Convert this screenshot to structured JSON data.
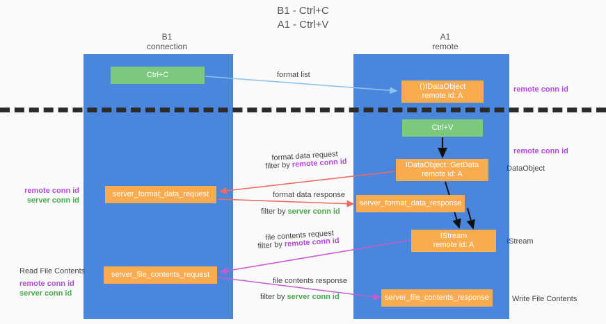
{
  "title": "B1 - Ctrl+C\nA1 - Ctrl+V",
  "lanes": [
    {
      "id": "b1",
      "title": "B1\nconnection"
    },
    {
      "id": "a1",
      "title": "A1\nremote"
    }
  ],
  "nodes": {
    "ctrl_c": {
      "line1": "Ctrl+C",
      "line2": "",
      "color": "#7dc87f"
    },
    "idataobject": {
      "line1": "⟨⟩IDataObject",
      "line2": "remote id: A",
      "color": "#f9ab50"
    },
    "ctrl_v": {
      "line1": "Ctrl+V",
      "line2": "",
      "color": "#7dc87f"
    },
    "getdata": {
      "line1": "IDataObject::GetData",
      "line2": "remote id: A",
      "color": "#f9ab50"
    },
    "format_data_request": {
      "line1": "server_format_data_request",
      "line2": "",
      "color": "#f9ab50"
    },
    "format_data_response": {
      "line1": "server_format_data_response",
      "line2": "",
      "color": "#f9ab50"
    },
    "istream": {
      "line1": "IStream",
      "line2": "remote id: A",
      "color": "#f9ab50"
    },
    "file_contents_request": {
      "line1": "server_file_contents_request",
      "line2": "",
      "color": "#f9ab50"
    },
    "file_contents_response": {
      "line1": "server_file_contents_response",
      "line2": "",
      "color": "#f9ab50"
    }
  },
  "edge_labels": {
    "format_list": "format list",
    "format_data_request": "format data request",
    "format_data_request_filter_prefix": "filter by ",
    "format_data_request_filter_key": "remote conn id",
    "format_data_response": "format data response",
    "format_data_response_filter_prefix": "filter by ",
    "format_data_response_filter_key": "server conn id",
    "file_contents_request": "file contents request",
    "file_contents_request_filter_prefix": "filter by ",
    "file_contents_request_filter_key": "remote conn id",
    "file_contents_response": "file contents response",
    "file_contents_response_filter_prefix": "filter by ",
    "file_contents_response_filter_key": "server conn id"
  },
  "annotations": {
    "right_remote_top": "remote conn id",
    "right_remote_mid": "remote conn id",
    "right_dataobject": "DataObject",
    "right_istream": "IStream",
    "right_write_file_contents": "Write File Contents",
    "left_remote_conn_id_1": "remote conn id",
    "left_server_conn_id_1": "server conn id",
    "left_read_file_contents": "Read File Contents",
    "left_remote_conn_id_2": "remote conn id",
    "left_server_conn_id_2": "server conn id"
  },
  "colors": {
    "lane": "#4a86dc",
    "green_node": "#7dc87f",
    "orange_node": "#f9ab50",
    "purple_key": "#b04cd6",
    "green_key": "#4aa84c",
    "arrow_blue": "#8fc2ea",
    "arrow_red": "#ef6a60",
    "arrow_magenta": "#c85ad0",
    "arrow_black": "#111111",
    "divider": "#2b2b2b",
    "background": "#fafafa"
  }
}
